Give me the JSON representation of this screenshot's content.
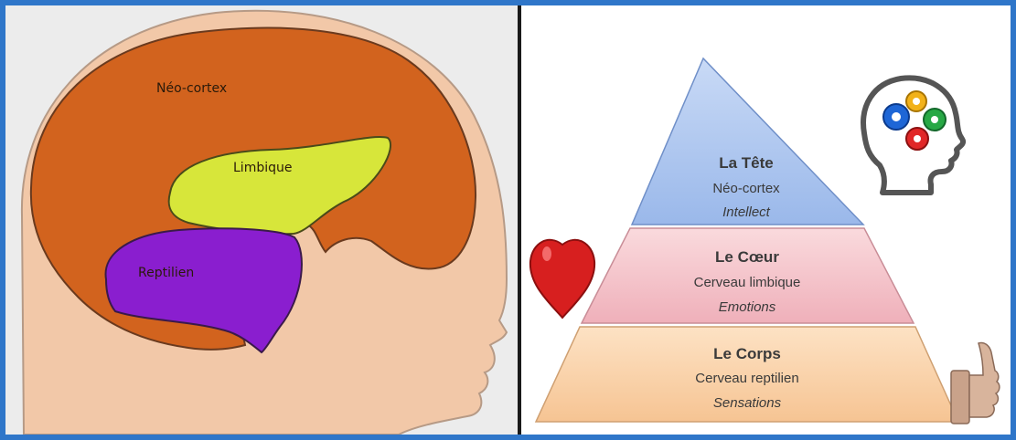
{
  "brain_diagram": {
    "neocortex_label": "Néo-cortex",
    "limbique_label": "Limbique",
    "reptilien_label": "Reptilien"
  },
  "pyramid": {
    "top": {
      "title": "La Tête",
      "subtitle": "Néo-cortex",
      "caption": "Intellect"
    },
    "middle": {
      "title": "Le Cœur",
      "subtitle": "Cerveau limbique",
      "caption": "Emotions"
    },
    "bottom": {
      "title": "Le Corps",
      "subtitle": "Cerveau reptilien",
      "caption": "Sensations"
    }
  },
  "icons": {
    "head": "head-with-gears-icon",
    "heart": "heart-icon",
    "thumb": "thumbs-up-icon"
  },
  "colors": {
    "frame": "#2f76c9",
    "neocortex": "#d2631e",
    "limbique": "#d7e63a",
    "reptilien": "#8a1ecf",
    "skin": "#f2c8a8",
    "tier_top": "#aec6ee",
    "tier_middle": "#f4c3cb",
    "tier_bottom": "#f9d3a9"
  }
}
